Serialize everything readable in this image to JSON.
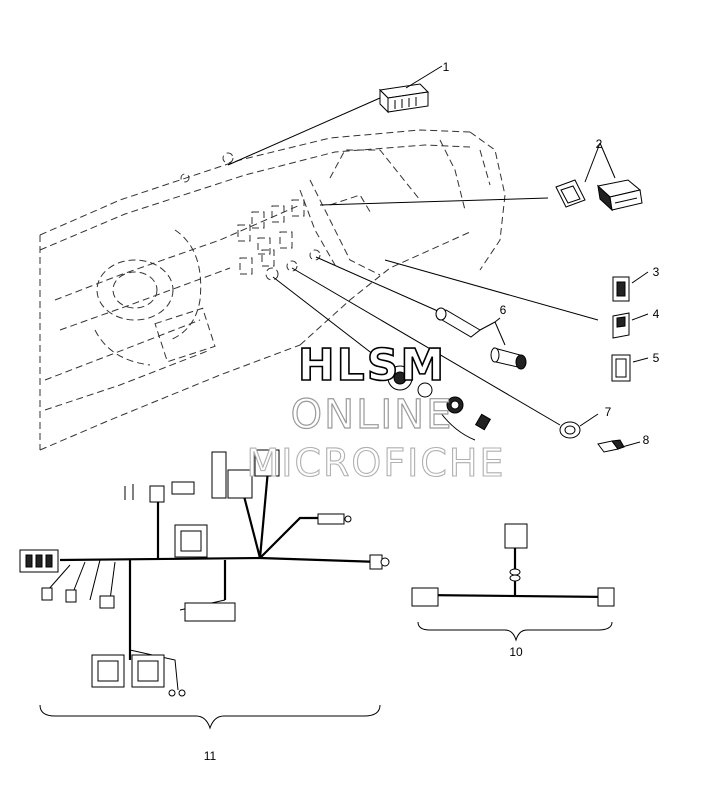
{
  "callouts": {
    "c1": "1",
    "c2": "2",
    "c3": "3",
    "c4": "4",
    "c5": "5",
    "c6": "6",
    "c7": "7",
    "c8": "8",
    "c10": "10",
    "c11": "11"
  },
  "watermark": {
    "line1": "HLSM",
    "line2": "ONLINE",
    "line3": "MICROFICHE"
  }
}
